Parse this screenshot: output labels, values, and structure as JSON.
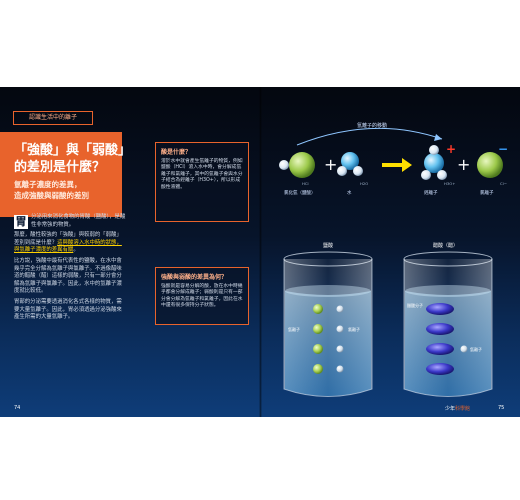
{
  "section_tag": "認識生活中的離子",
  "title_line1": "「強酸」與「弱酸」",
  "title_line2": "的差別是什麼？",
  "subtitle_line1": "氫離子濃度的差異，",
  "subtitle_line2": "造成強酸與弱酸的差別",
  "dropcap": "胃",
  "body": {
    "p1": "分泌用來消化食物的胃酸（鹽酸），是酸性非常強的物質。",
    "p2_start": "那麼，酸性較強的「強酸」與較弱的「弱酸」差別到底是什麼？",
    "p2_highlight": "這與酸溶入水中時的狀態，與氫離子濃度的差異有關",
    "p2_end": "。",
    "p3": "比方說，強酸中最有代表性的鹽酸，在水中會幾乎完全分解為氫離子與氯離子。不過像醋味道的醋酸（醋）這樣的弱酸，只有一部分會分解為氫離子與氯離子。因此，水中的氫離子濃度就比較低。",
    "p4": "胃部的分泌需要透過消化各式各樣的物質，需要大量氫離子。因此，胃必須透過分泌強酸來產生所需的大量氫離子。"
  },
  "box1": {
    "title": "酸是什麼？",
    "text": "溶於水中就會產生氫離子的物質，例如鹽酸（HCl）溶入水中時，會分解成氫離子和氯離子，其中的氫離子會與水分子結合為鋞離子（H3O+），所以形成酸性液體。"
  },
  "box2": {
    "title": "強酸與弱酸的差異為何？",
    "text": "強酸就是容易分解的酸，放在水中時幾乎都會分解成離子；弱酸則是只有一部分會分解為氫離子和氯離子，因此在水中還有很多保持分子狀態。"
  },
  "reaction": {
    "arrow_label": "氫離子的移動",
    "hcl_label": "氯化氫（鹽酸）",
    "h2o_label": "水",
    "h3o_label": "鋞離子",
    "cl_label": "氯離子",
    "plus_sign": "+",
    "minus_sign": "−",
    "plus_between": "+",
    "small_labels": [
      "HCl",
      "H2O",
      "H3O+",
      "Cl−"
    ]
  },
  "beakers": {
    "left_title": "鹽酸",
    "right_title": "醋酸（醋）",
    "left_labels": [
      "氫離子",
      "氯離子"
    ],
    "right_labels": [
      "醋酸分子",
      "氫離子"
    ]
  },
  "page_left": "74",
  "page_right": "75",
  "brand_prefix": "少年",
  "brand_accent": "科學館"
}
